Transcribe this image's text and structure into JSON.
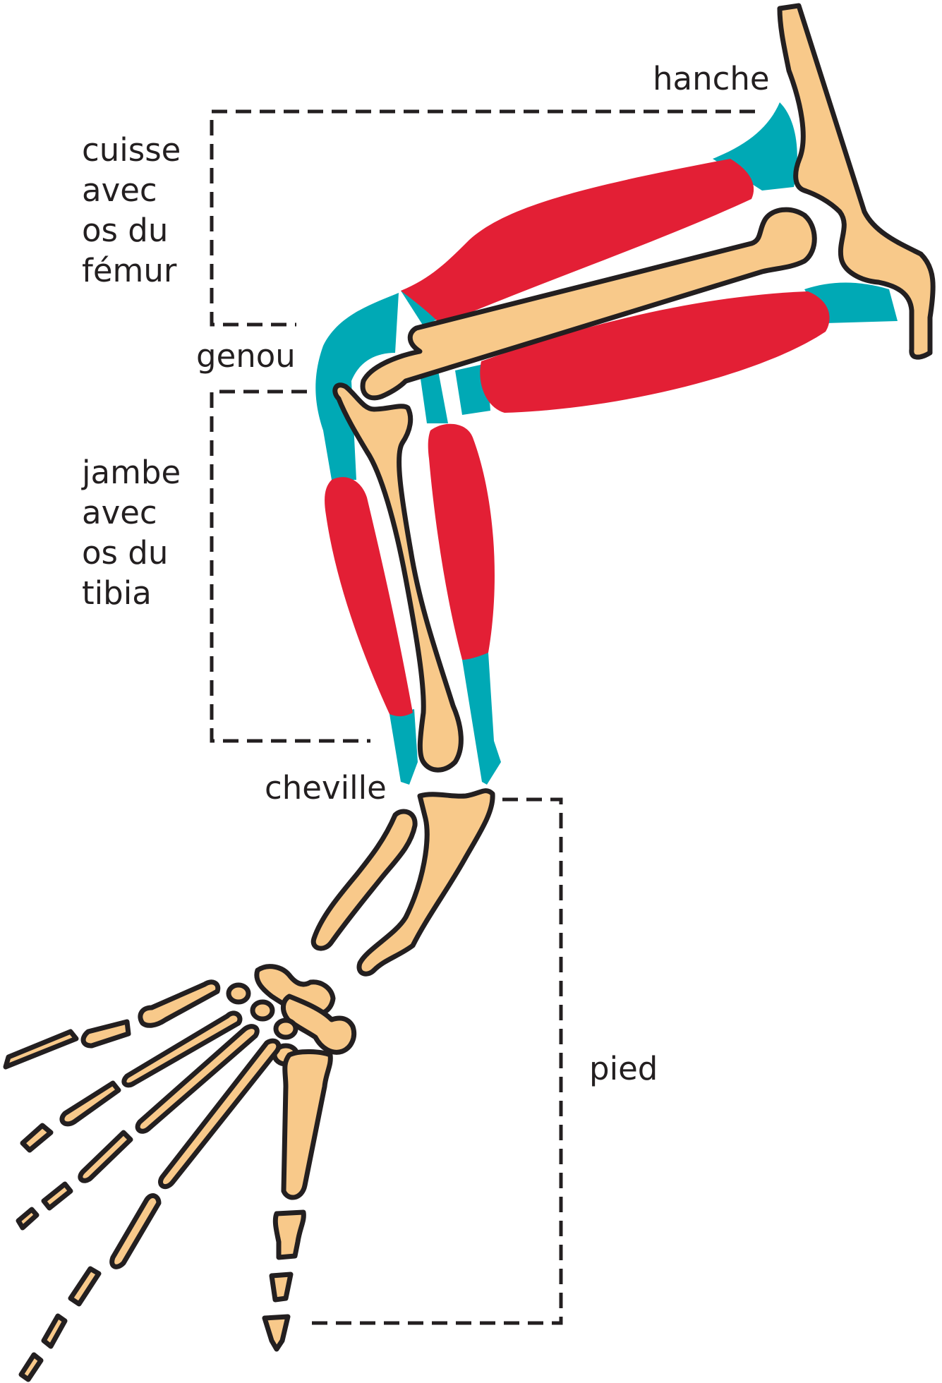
{
  "labels": {
    "hip": "hanche",
    "thigh": [
      "cuisse",
      "avec",
      "os du",
      "fémur"
    ],
    "knee": "genou",
    "leg": [
      "jambe",
      "avec",
      "os du",
      "tibia"
    ],
    "ankle": "cheville",
    "foot": "pied"
  },
  "colors": {
    "bone": "#f8c98a",
    "muscle": "#e31f35",
    "tendon": "#00a9b5",
    "outline": "#231f20",
    "text": "#231f20"
  }
}
